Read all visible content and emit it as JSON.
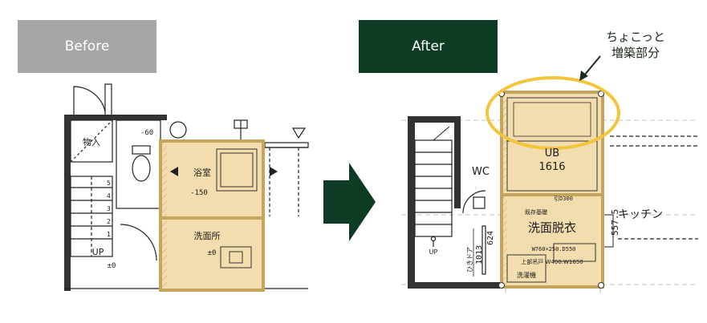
{
  "labels": {
    "before": "Before",
    "after": "After"
  },
  "callout": {
    "line1": "ちょこっと",
    "line2": "増築部分"
  },
  "colors": {
    "before_label_bg": "#a6a6a6",
    "after_label_bg": "#0e3b23",
    "arrow": "#0e3b23",
    "room_fill": "#f3dcae",
    "room_outline": "#c5a45c",
    "highlight": "#f2c53d"
  },
  "before_plan": {
    "storage": "物入",
    "bath": "浴室",
    "bath_level": "-150",
    "toilet_level": "-60",
    "washroom": "洗面所",
    "washroom_level": "±0",
    "up": "UP",
    "floor_level": "±0",
    "stairs": [
      "5",
      "4",
      "3",
      "2",
      "1"
    ]
  },
  "after_plan": {
    "toilet": "WC",
    "unit_bath": "UB",
    "unit_bath_size": "1616",
    "washroom": "洗面脱衣",
    "kitchen": "キッチン",
    "dim_1": "557.5",
    "dim_2": "624",
    "dim_3": "1013",
    "door": "ひきドア",
    "shelf_1": "W760×250.D550",
    "shelf_2": "上部吊戸 W400.W1650",
    "washer": "洗濯機",
    "up": "UP",
    "label_small": "引D300",
    "label_existing": "既存基礎"
  }
}
